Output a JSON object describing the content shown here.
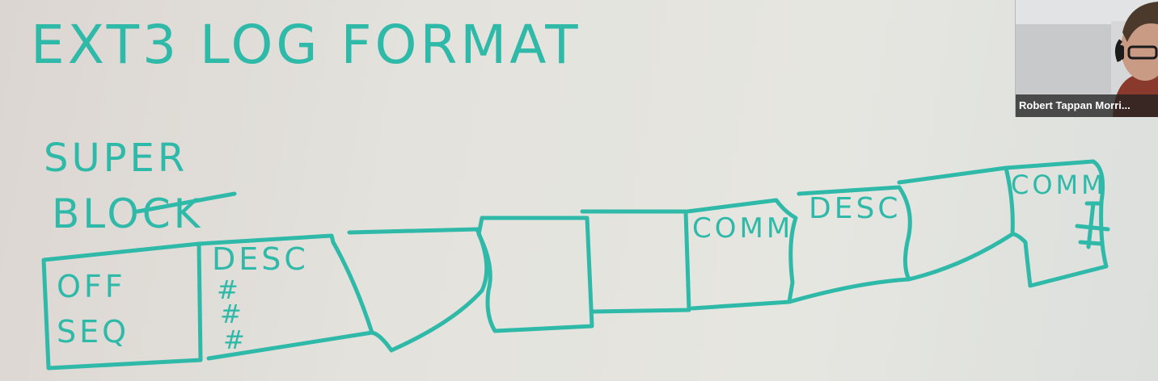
{
  "whiteboard": {
    "title": "EXT3 LOG FORMAT",
    "superblock_label": [
      "SUPER",
      "BLOCK"
    ],
    "superblock_fields": [
      "OFF",
      "SEQ"
    ],
    "block_labels": {
      "first_desc": "DESC",
      "first_commit": "COMM",
      "second_desc": "DESC",
      "second_commit": "COMM"
    },
    "desc_marks": [
      "#",
      "#",
      "#"
    ],
    "ink_color": "#2fb9a8"
  },
  "video_tile": {
    "participant_name": "Robert Tappan Morri..."
  }
}
